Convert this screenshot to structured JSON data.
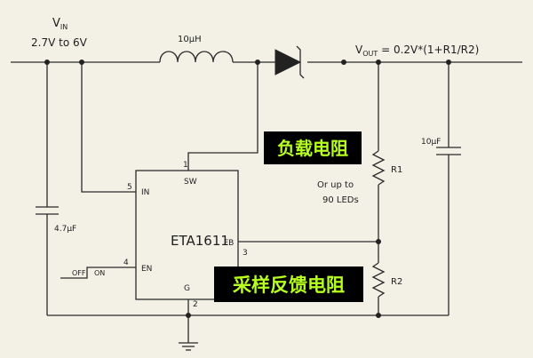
{
  "input": {
    "label_main": "V",
    "label_sub": "IN",
    "range": "2.7V to 6V"
  },
  "inductor": {
    "value": "10µH"
  },
  "output": {
    "label_main": "V",
    "label_sub": "OUT",
    "formula": " = 0.2V*(1+R1/R2)"
  },
  "ic": {
    "name": "ETA1611",
    "pins": {
      "sw": {
        "number": "1",
        "name": "SW"
      },
      "in": {
        "number": "5",
        "name": "IN"
      },
      "fb": {
        "number": "3",
        "name": "FB"
      },
      "en": {
        "number": "4",
        "name": "EN"
      },
      "g": {
        "number": "2",
        "name": "G"
      }
    }
  },
  "switch": {
    "off": "OFF",
    "on": "ON"
  },
  "components": {
    "c_in": "4.7µF",
    "c_out": "10µF",
    "r1": "R1",
    "r2": "R2",
    "led_note_1": "Or up to",
    "led_note_2": "90 LEDs"
  },
  "annotations": {
    "load_resistor": "负载电阻",
    "sense_resistor": "采样反馈电阻"
  },
  "colors": {
    "background": "#f3f1e6",
    "annotation_text": "#b7ff1e",
    "annotation_box": "#000000",
    "wire": "#2a2a2a"
  }
}
